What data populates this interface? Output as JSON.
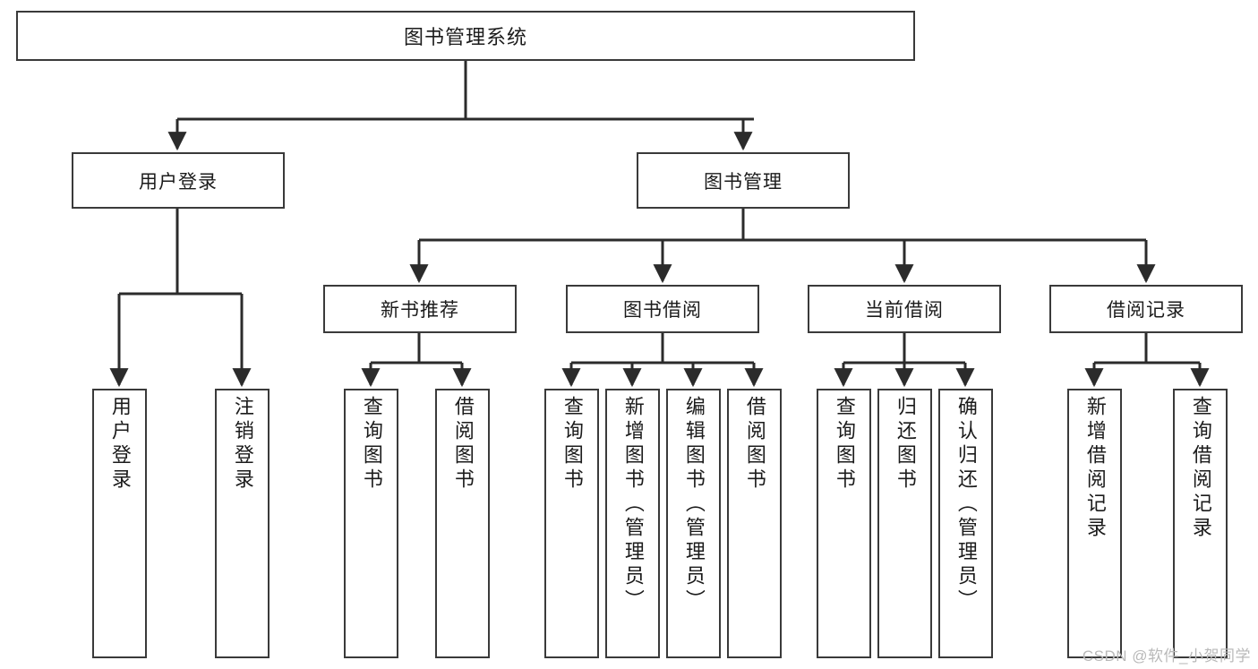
{
  "diagram": {
    "type": "tree-hierarchy",
    "title": "图书管理系统",
    "watermark": "CSDN @软件_小贺同学",
    "colors": {
      "box_border": "#3a3a3a",
      "connector": "#2b2b2b",
      "text": "#1b1b1b",
      "background": "#ffffff",
      "watermark": "#b9b9b9"
    },
    "levels": {
      "root": {
        "label": "图书管理系统"
      },
      "level2": [
        {
          "label": "用户登录"
        },
        {
          "label": "图书管理"
        }
      ],
      "level3": [
        {
          "label": "新书推荐"
        },
        {
          "label": "图书借阅"
        },
        {
          "label": "当前借阅"
        },
        {
          "label": "借阅记录"
        }
      ]
    },
    "leaves": {
      "user_login": [
        {
          "label": "用户登录"
        },
        {
          "label": "注销登录"
        }
      ],
      "new_book_recommend": [
        {
          "label": "查询图书"
        },
        {
          "label": "借阅图书"
        }
      ],
      "book_borrow": [
        {
          "label": "查询图书"
        },
        {
          "label": "新增图书（管理员）"
        },
        {
          "label": "编辑图书（管理员）"
        },
        {
          "label": "借阅图书"
        }
      ],
      "current_borrow": [
        {
          "label": "查询图书"
        },
        {
          "label": "归还图书"
        },
        {
          "label": "确认归还（管理员）"
        }
      ],
      "borrow_record": [
        {
          "label": "新增借阅记录"
        },
        {
          "label": "查询借阅记录"
        }
      ]
    }
  }
}
